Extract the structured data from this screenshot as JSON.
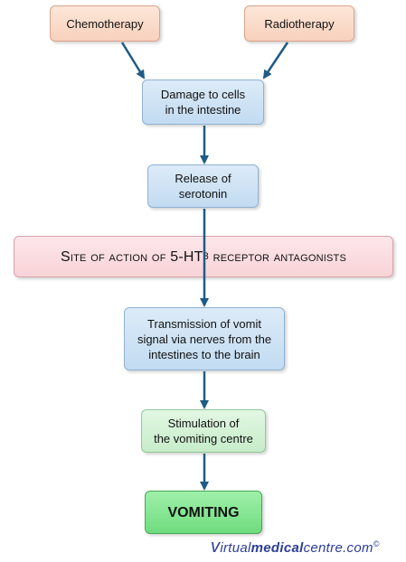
{
  "nodes": {
    "chemo": "Chemotherapy",
    "radio": "Radiotherapy",
    "damage": "Damage to cells\nin the intestine",
    "release": "Release of\nserotonin",
    "site": {
      "prefix": "Site of action of 5-HT",
      "subscript": "3",
      "suffix": " receptor antagonists"
    },
    "transmission": "Transmission of vomit\nsignal via nerves from the\nintestines to the brain",
    "stimulation": "Stimulation of\nthe vomiting centre",
    "vomiting": "VOMITING"
  },
  "logo": {
    "v": "v",
    "part1": "irtual",
    "part2": "medical",
    "part3": "centre.com",
    "mark": "©"
  },
  "colors": {
    "arrow": "#1f5b86"
  }
}
